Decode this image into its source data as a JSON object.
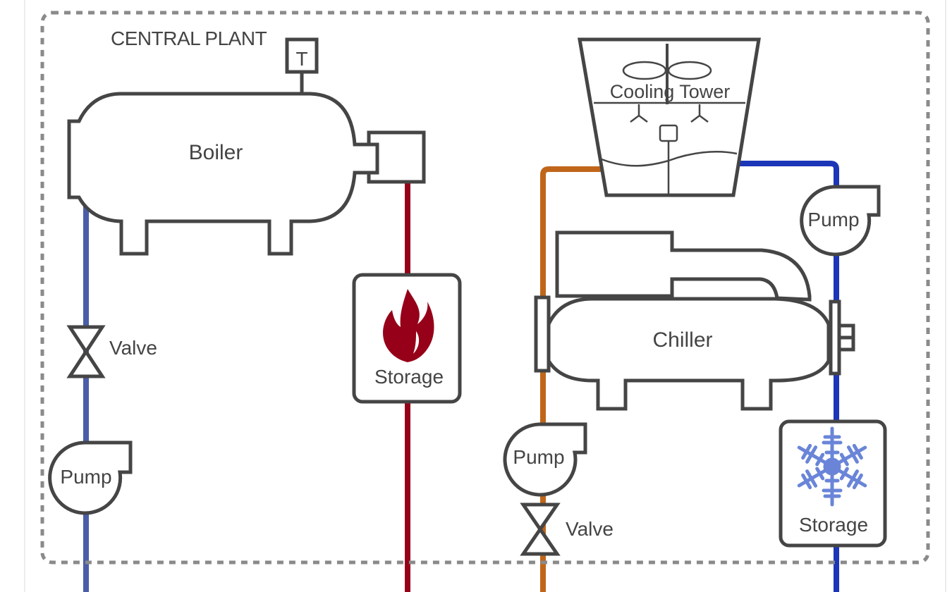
{
  "diagram": {
    "title": "CENTRAL PLANT",
    "colors": {
      "hot_water_return": "#4a5ea8",
      "hot_water_supply": "#960018",
      "condenser_water": "#c0661a",
      "chilled_water": "#1c36b8",
      "equipment_outline": "#454545",
      "boundary": "#8a8a8a",
      "snowflake": "#6a85d8"
    },
    "equipment": {
      "boiler": {
        "label": "Boiler",
        "sensor_label": "T"
      },
      "hot_storage": {
        "label": "Storage",
        "icon": "flame-icon"
      },
      "boiler_valve": {
        "label": "Valve"
      },
      "boiler_pump": {
        "label": "Pump"
      },
      "cooling_tower": {
        "label": "Cooling Tower",
        "icon": "fan-icon"
      },
      "tower_pump": {
        "label": "Pump"
      },
      "chiller": {
        "label": "Chiller"
      },
      "chiller_pump": {
        "label": "Pump"
      },
      "chiller_valve": {
        "label": "Valve"
      },
      "cold_storage": {
        "label": "Storage",
        "icon": "snowflake-icon"
      }
    }
  }
}
